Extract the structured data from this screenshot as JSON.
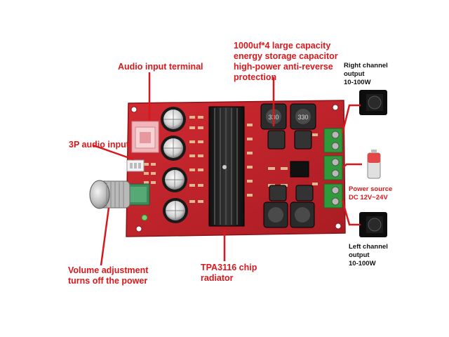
{
  "labels": {
    "audio_input_terminal": "Audio input terminal",
    "capacitor": "1000uf*4 large capacity\nenergy storage capacitor\nhigh-power anti-reverse\nprotection",
    "right_channel": "Right channel\noutput\n10-100W",
    "three_p_audio": "3P audio input",
    "power_source": "Power source\nDC 12V~24V",
    "left_channel": "Left channel\noutput\n10-100W",
    "volume": "Volume adjustment\nturns off the power",
    "tpa_radiator": "TPA3116 chip\nradiator"
  },
  "board_marks": {
    "inductor_value": "330"
  },
  "colors": {
    "pcb": "#c7232b",
    "pcb_dark": "#9b1a20",
    "callout": "#d8181c",
    "terminal_green": "#2e9a3a",
    "heatsink": "#1a1a1a"
  }
}
